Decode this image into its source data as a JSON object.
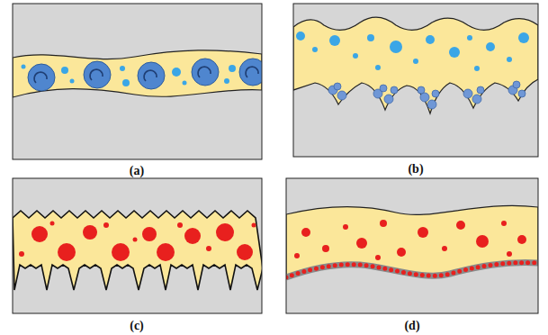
{
  "diagram": {
    "labels": [
      "(a)",
      "(b)",
      "(c)",
      "(d)"
    ]
  }
}
